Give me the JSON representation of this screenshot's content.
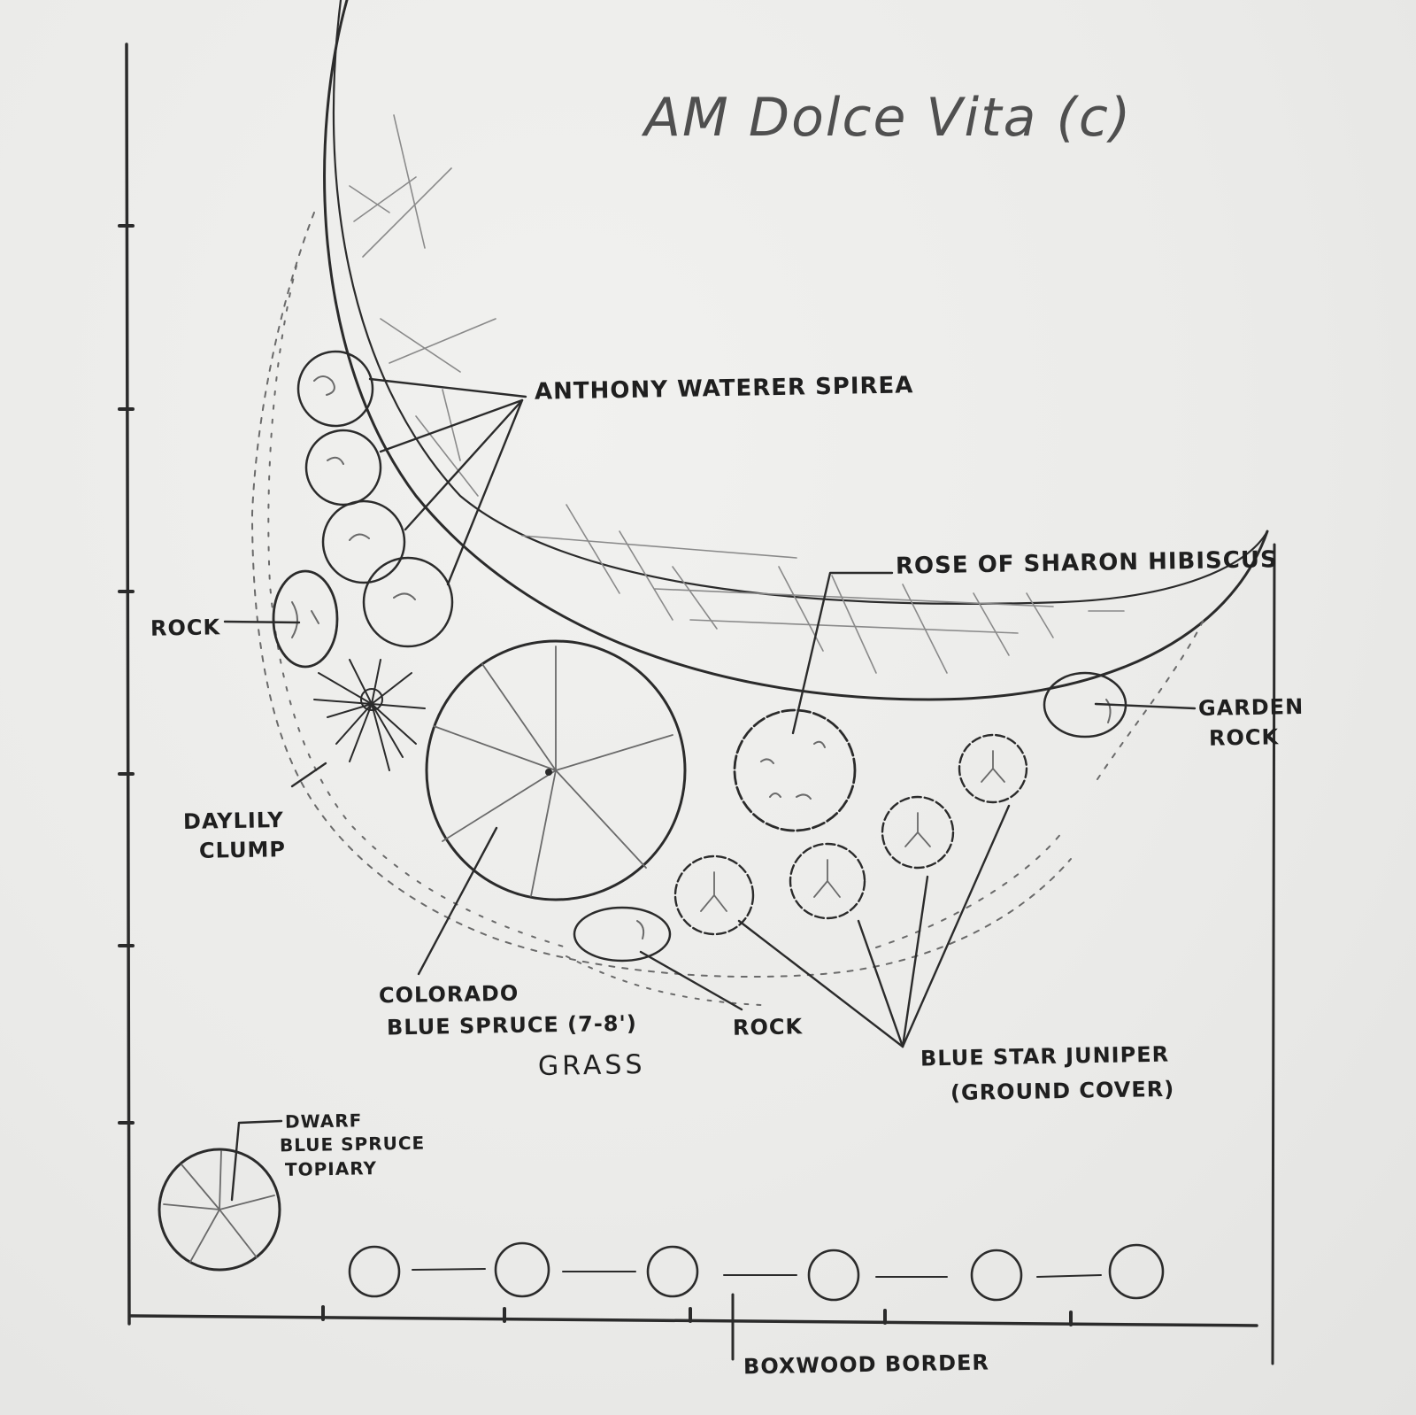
{
  "title": "AM Dolce Vita (c)",
  "labels": {
    "anthony_waterer_spirea": "ANTHONY WATERER SPIREA",
    "rose_of_sharon": "ROSE OF SHARON HIBISCUS",
    "rock_left": "ROCK",
    "garden_rock_line1": "GARDEN",
    "garden_rock_line2": "ROCK",
    "daylily_line1": "DAYLILY",
    "daylily_line2": "CLUMP",
    "colorado_line1": "COLORADO",
    "colorado_line2": "BLUE SPRUCE (7-8')",
    "rock_bottom": "ROCK",
    "grass": "GRASS",
    "juniper_line1": "BLUE STAR JUNIPER",
    "juniper_line2": "(GROUND COVER)",
    "dwarf_line1": "DWARF",
    "dwarf_line2": "BLUE SPRUCE",
    "dwarf_line3": "TOPIARY",
    "boxwood": "BOXWOOD BORDER"
  },
  "colors": {
    "paper": "#ececea",
    "pencil": "#2b2b2b",
    "title": "#4f4f4f"
  }
}
